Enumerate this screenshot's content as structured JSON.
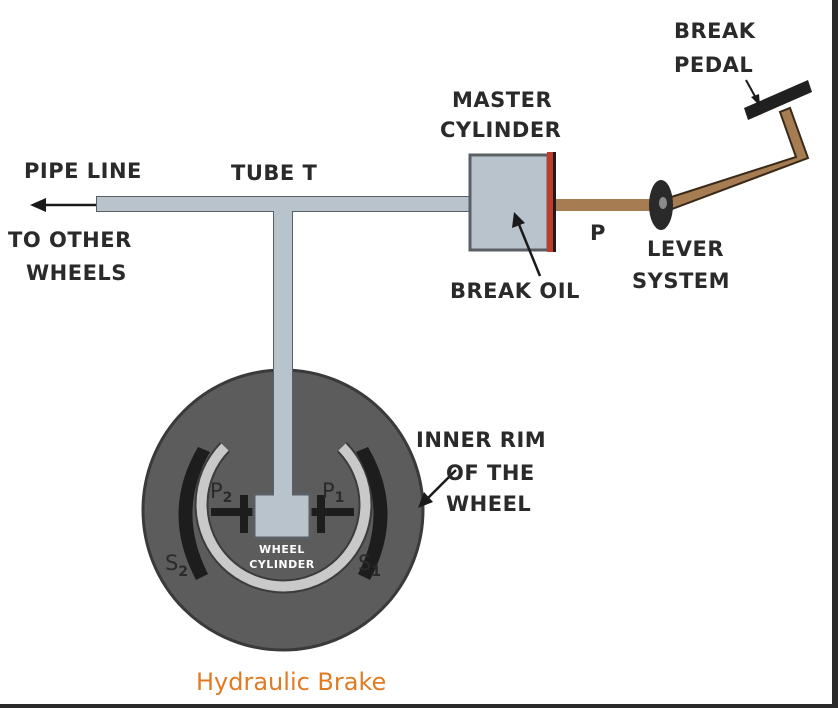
{
  "colors": {
    "tube": "#b9c3cc",
    "tube_stroke": "#5a5f66",
    "drum": "#5c5c5c",
    "drum_stroke": "#3a3a3a",
    "rod": "#a67c52",
    "pedal": "#262626",
    "caption": "#e07b22"
  },
  "labels": {
    "break_pedal_1": "BREAK",
    "break_pedal_2": "PEDAL",
    "master_cylinder_1": "MASTER",
    "master_cylinder_2": "CYLINDER",
    "pipe_line": "PIPE LINE",
    "tube_t": "TUBE T",
    "to_other_wheels_1": "TO OTHER",
    "to_other_wheels_2": "WHEELS",
    "p": "P",
    "lever_system_1": "LEVER",
    "lever_system_2": "SYSTEM",
    "break_oil": "BREAK OIL",
    "inner_rim_1": "INNER RIM",
    "inner_rim_2": "OF THE",
    "inner_rim_3": "WHEEL",
    "p2_letter": "P",
    "p2_sub": "2",
    "p1_letter": "P",
    "p1_sub": "1",
    "s2_letter": "S",
    "s2_sub": "2",
    "s1_letter": "S",
    "s1_sub": "1",
    "wheel_cylinder_1": "WHEEL",
    "wheel_cylinder_2": "CYLINDER"
  },
  "caption": "Hydraulic Brake"
}
